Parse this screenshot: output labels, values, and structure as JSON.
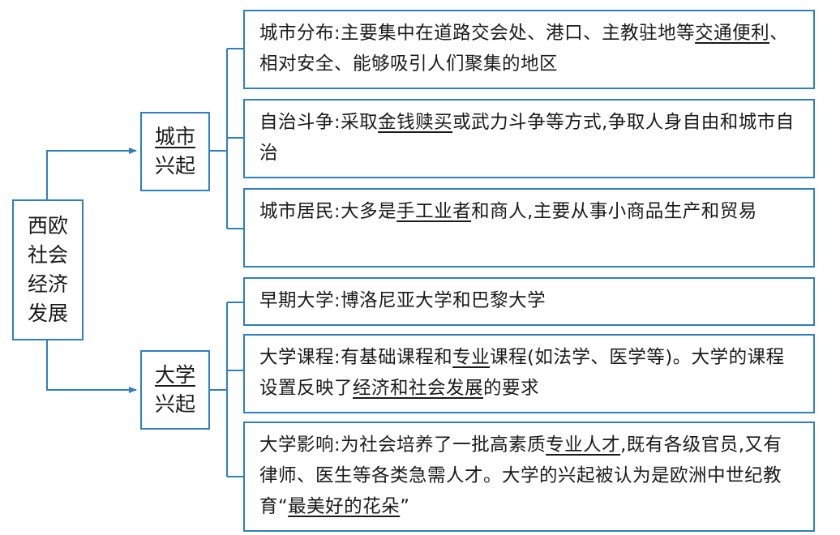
{
  "root": {
    "line1": "西欧",
    "line2": "社会",
    "line3": "经济",
    "line4": "发展"
  },
  "branches": [
    {
      "line1": "城市",
      "line2": "兴起",
      "items": [
        {
          "label": "城市分布:",
          "segments": [
            "主要集中在道路交会处、港口、主教驻地等",
            "交通便利",
            "、相对安全、能够吸引人们聚集的地区"
          ]
        },
        {
          "label": "自治斗争:",
          "segments": [
            "采取",
            "金钱赎买",
            "或武力斗争等方式,争取人身自由和城市自治"
          ]
        },
        {
          "label": "城市居民:",
          "segments": [
            "大多是",
            "手工业者",
            "和商人,主要从事小商品生产和贸易"
          ]
        }
      ]
    },
    {
      "line1": "大学",
      "line2": "兴起",
      "items": [
        {
          "label": "早期大学:",
          "segments": [
            "博洛尼亚大学和巴黎大学"
          ]
        },
        {
          "label": "大学课程:",
          "segments": [
            "有基础课程和",
            "专业",
            "课程(如法学、医学等)。大学的课程设置反映了",
            "经济和社会发展",
            "的要求"
          ]
        },
        {
          "label": "大学影响:",
          "segments": [
            "为社会培养了一批高素质",
            "专业人才",
            ",既有各级官员,又有律师、医生等各类急需人才。大学的兴起被认为是欧洲中世纪教育“",
            "最美好的花朵",
            "”"
          ]
        }
      ]
    }
  ],
  "colors": {
    "line": "#2f7fc1",
    "text": "#1a1a1a"
  }
}
